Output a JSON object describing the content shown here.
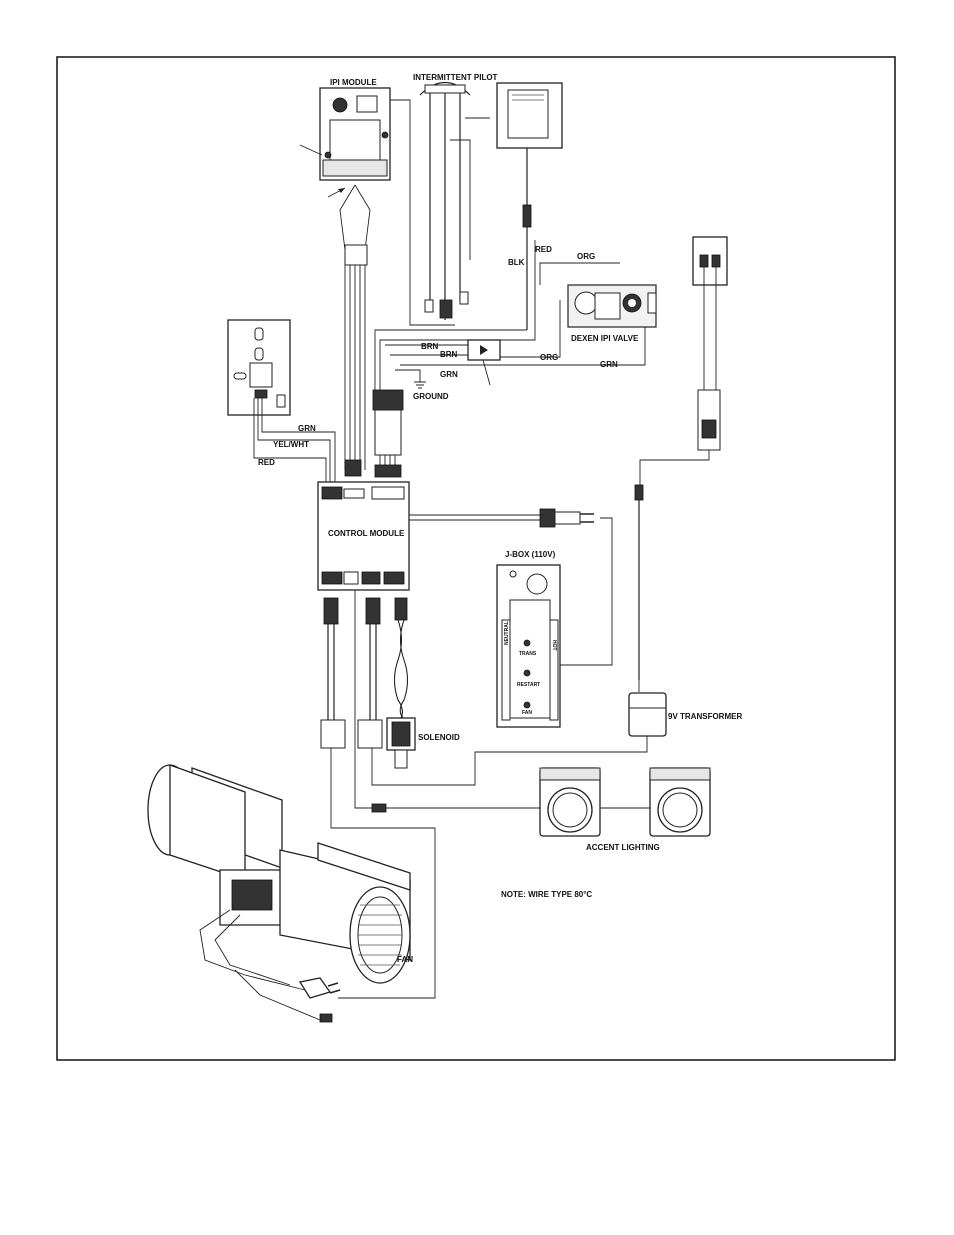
{
  "labels": {
    "ipi_module": "IPI MODULE",
    "intermittent_pilot": "INTERMITTENT PILOT",
    "red_top": "RED",
    "blk": "BLK",
    "org_top": "ORG",
    "dexen_valve": "DEXEN IPI VALVE",
    "brn_1": "BRN",
    "brn_2": "BRN",
    "org_mid": "ORG",
    "grn_valve": "GRN",
    "grn_ground": "GRN",
    "ground": "GROUND",
    "grn_remote": "GRN",
    "yel_wht": "YEL/WHT",
    "red_remote": "RED",
    "control_module": "CONTROL MODULE",
    "jbox": "J-BOX (110V)",
    "neutral": "NEUTRAL",
    "hot": "HOT",
    "trans": "TRANS",
    "restart": "RESTART",
    "fan_outlet": "FAN",
    "transformer": "9V TRANSFORMER",
    "solenoid": "SOLENOID",
    "accent_lighting": "ACCENT LIGHTING",
    "note": "NOTE: WIRE TYPE 80°C",
    "fan": "FAN"
  }
}
